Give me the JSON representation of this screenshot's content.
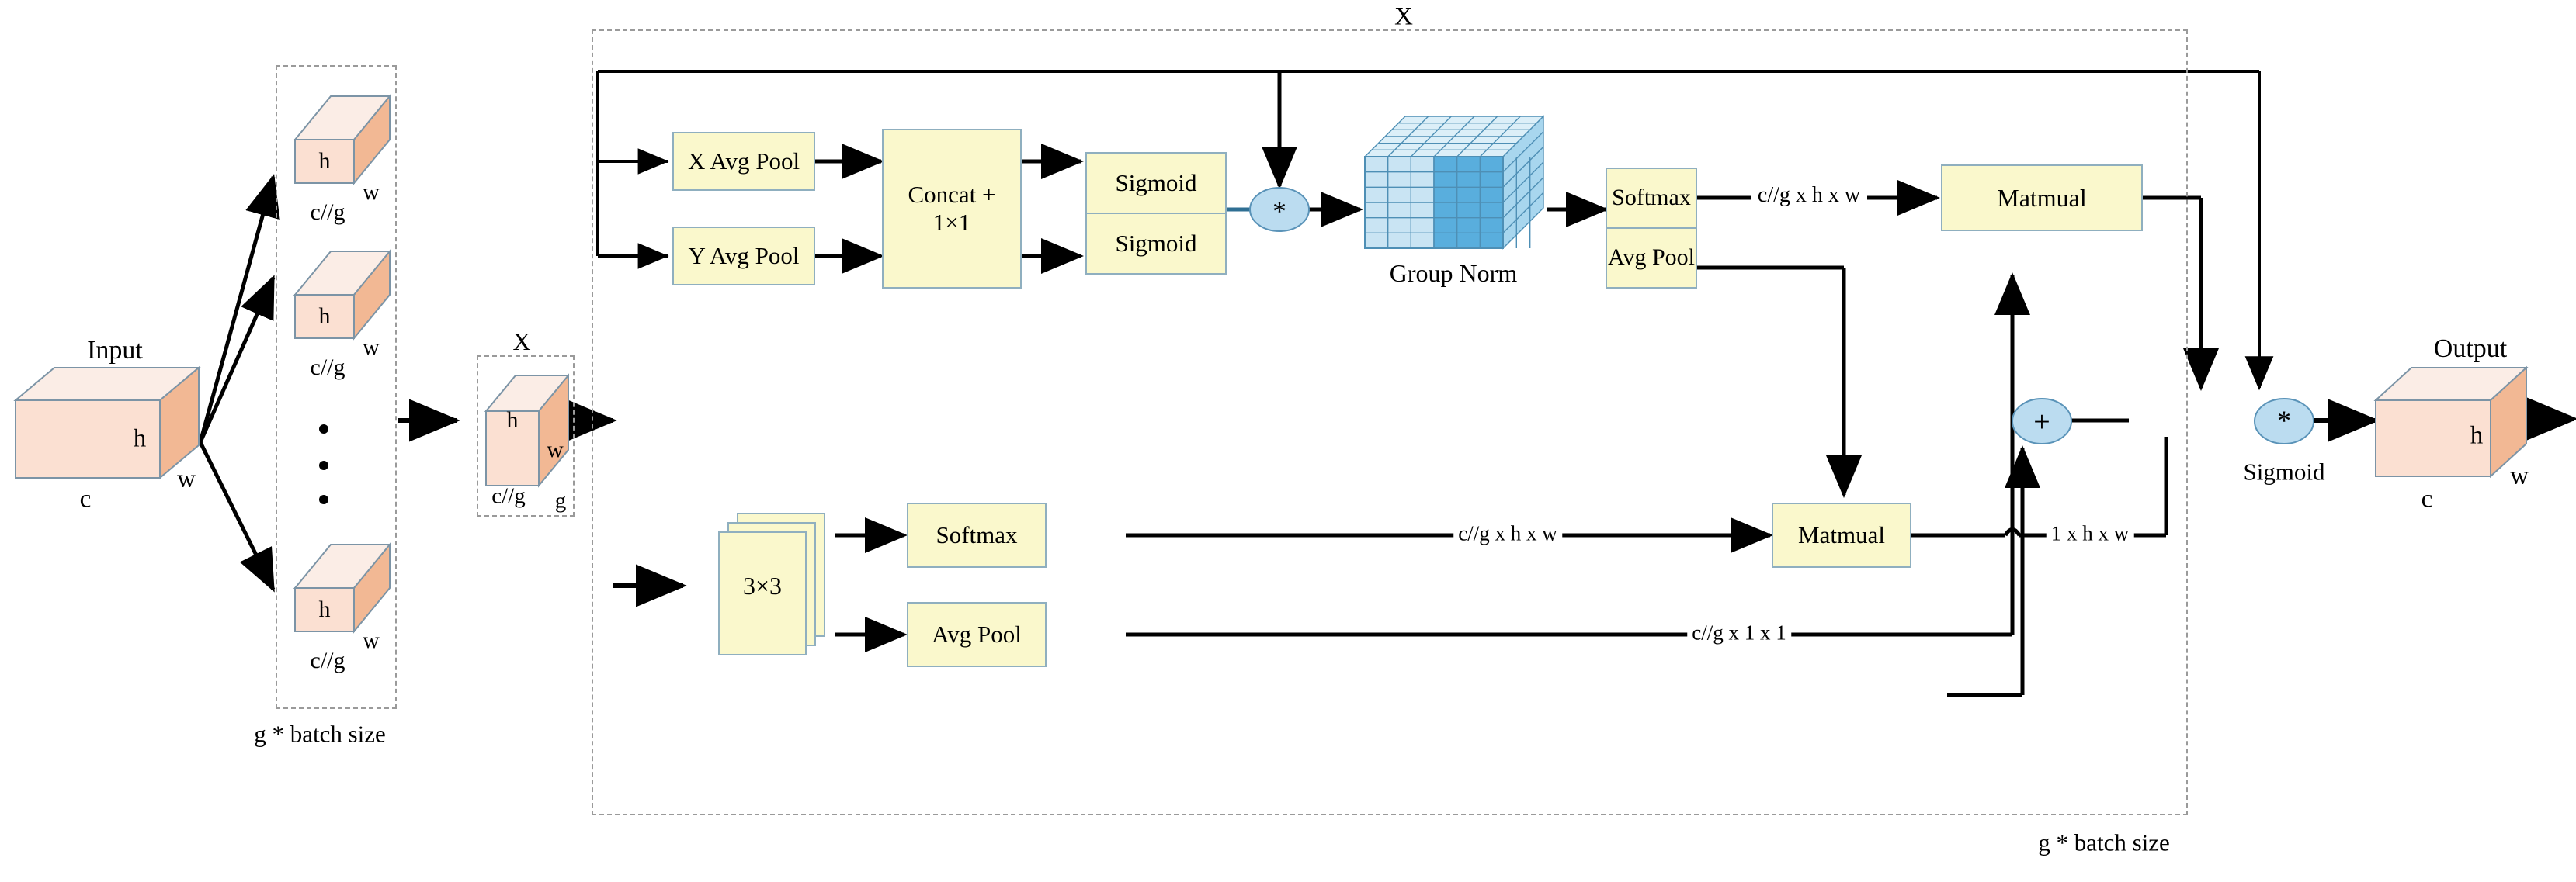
{
  "diagram": {
    "title_top": "X",
    "left_group_caption": "g * batch size",
    "right_group_caption": "g * batch size",
    "x_group_label": "X"
  },
  "tensors": {
    "input": {
      "label": "Input",
      "h": "h",
      "w": "w",
      "c": "c"
    },
    "output": {
      "label": "Output",
      "h": "h",
      "w": "w",
      "c": "c"
    },
    "slice_top": {
      "h": "h",
      "w": "w",
      "c": "c//g"
    },
    "slice_mid": {
      "h": "h",
      "w": "w",
      "c": "c//g"
    },
    "slice_bottom": {
      "h": "h",
      "w": "w",
      "c": "c//g"
    },
    "x_block": {
      "h": "h",
      "w": "w",
      "c": "c//g",
      "g": "g"
    }
  },
  "blocks": {
    "x_avg_pool": "X Avg Pool",
    "y_avg_pool": "Y Avg Pool",
    "concat": "Concat +\n1×1",
    "concat_line1": "Concat +",
    "concat_line2": "1×1",
    "sigmoid_a": "Sigmoid",
    "sigmoid_b": "Sigmoid",
    "group_norm": "Group Norm",
    "softmax_top": "Softmax",
    "avg_pool_top": "Avg Pool",
    "matmual_top": "Matmual",
    "conv3x3": "3×3",
    "softmax_bottom": "Softmax",
    "avg_pool_bottom": "Avg Pool",
    "matmual_bottom": "Matmual"
  },
  "operators": {
    "mul_top": "*",
    "add": "+",
    "mul_out": "*",
    "sigmoid_caption": "Sigmoid"
  },
  "edge_labels": {
    "top_to_matmual": "c//g x h x w",
    "bottom_softmax": "c//g x h x w",
    "bottom_avgpool": "c//g x 1 x 1",
    "matmual_out": "1 x h x w"
  },
  "colors": {
    "node_fill": "#FAF8CC",
    "node_border": "#8FAFBF",
    "op_fill": "#BBDCF0",
    "op_border": "#5A93B8",
    "cube_front": "#FBE0D2",
    "cube_top": "#FBEDE6",
    "cube_side": "#F2B894",
    "cube_border": "#7C94A6",
    "gn_light": "#C9E4F3",
    "gn_dark": "#59AEDD",
    "gn_top": "#DCEFF8",
    "gn_border": "#4E8FB5",
    "dash": "#9a9a9a",
    "wire": "#000000"
  },
  "ellipsis_dots": 3
}
